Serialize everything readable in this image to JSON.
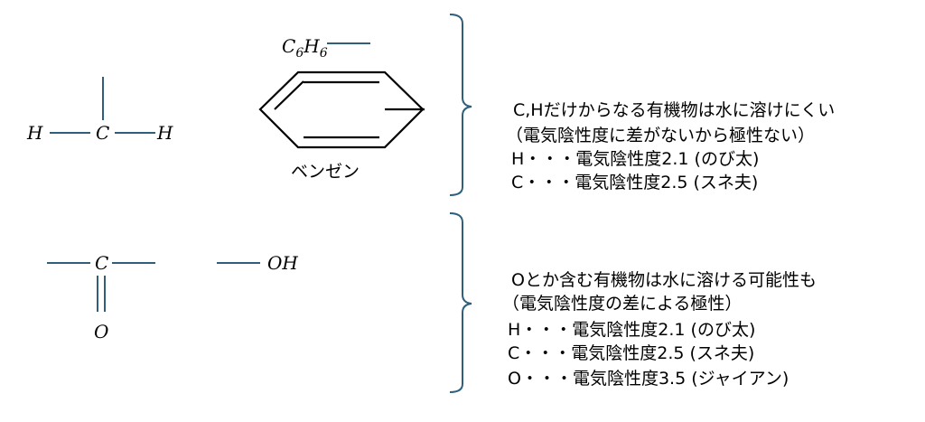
{
  "methane": {
    "h_left": "H",
    "c": "C",
    "h_right": "H"
  },
  "benzene": {
    "formula": "C",
    "sub1": "6",
    "h": "H",
    "sub2": "6",
    "caption": "ベンゼン"
  },
  "carbonyl": {
    "c": "C",
    "o": "O",
    "oh": "OH"
  },
  "notes_top": [
    "C,Hだけからなる有機物は水に溶けにくい",
    "（電気陰性度に差がないから極性ない）",
    "H・・・電気陰性度2.1 (のび太)",
    "C・・・電気陰性度2.5 (スネ夫)"
  ],
  "notes_bottom": [
    "Oとか含む有機物は水に溶ける可能性も",
    "（電気陰性度の差による極性）",
    "H・・・電気陰性度2.1 (のび太)",
    "C・・・電気陰性度2.5 (スネ夫)",
    "O・・・電気陰性度3.5 (ジャイアン)"
  ]
}
